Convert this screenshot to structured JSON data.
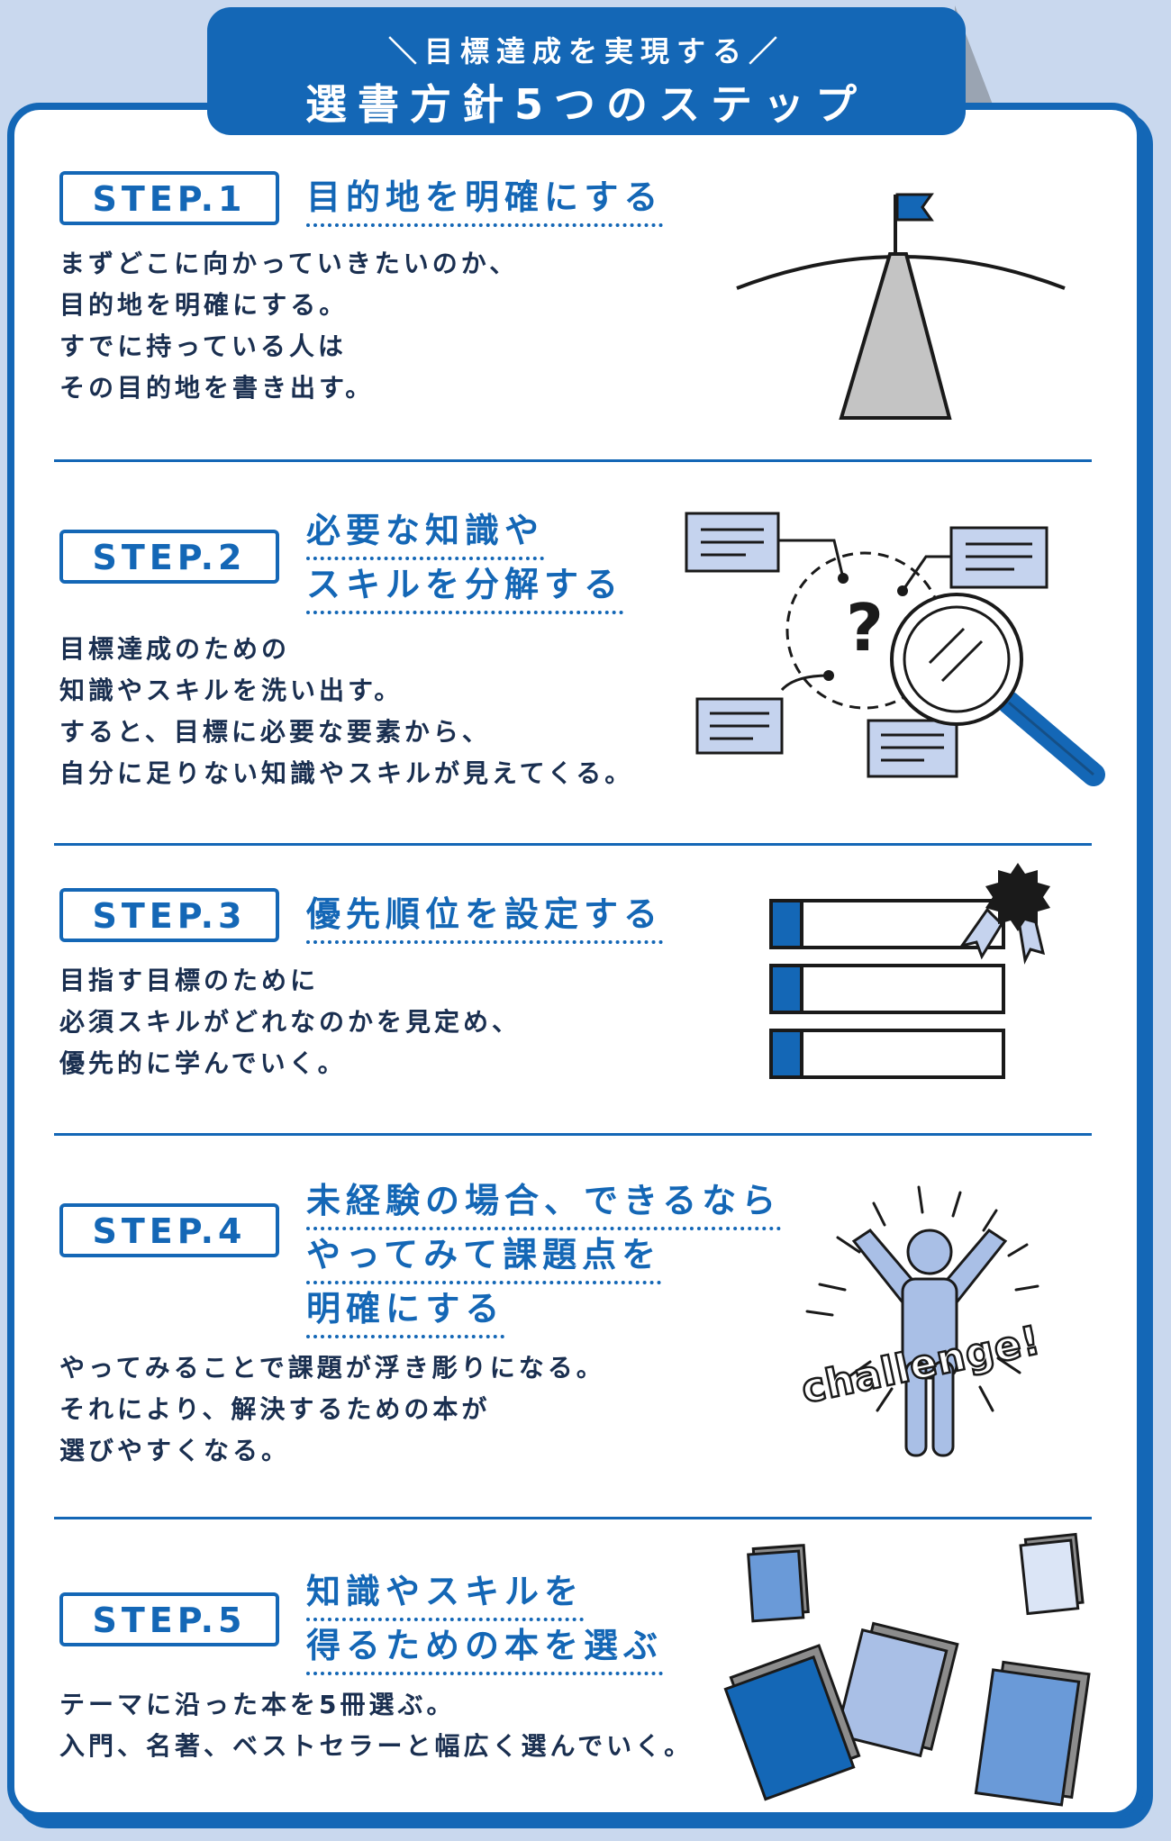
{
  "header": {
    "subtitle": "＼目標達成を実現する／",
    "title": "選書方針5つのステップ"
  },
  "steps": [
    {
      "label": "STEP.1",
      "heading": [
        "目的地を明確にする"
      ],
      "body": [
        "まずどこに向かっていきたいのか、",
        "目的地を明確にする。",
        "すでに持っている人は",
        "その目的地を書き出す。"
      ]
    },
    {
      "label": "STEP.2",
      "heading": [
        "必要な知識や",
        "スキルを分解する"
      ],
      "body": [
        "目標達成のための",
        "知識やスキルを洗い出す。",
        "すると、目標に必要な要素から、",
        "自分に足りない知識やスキルが見えてくる。"
      ]
    },
    {
      "label": "STEP.3",
      "heading": [
        "優先順位を設定する"
      ],
      "body": [
        "目指す目標のために",
        "必須スキルがどれなのかを見定め、",
        "優先的に学んでいく。"
      ]
    },
    {
      "label": "STEP.4",
      "heading": [
        "未経験の場合、できるなら",
        "やってみて課題点を",
        "明確にする"
      ],
      "body": [
        "やってみることで課題が浮き彫りになる。",
        "それにより、解決するための本が",
        "選びやすくなる。"
      ]
    },
    {
      "label": "STEP.5",
      "heading": [
        "知識やスキルを",
        "得るための本を選ぶ"
      ],
      "body": [
        "テーマに沿った本を5冊選ぶ。",
        "入門、名著、ベストセラーと幅広く選んでいく。"
      ]
    }
  ],
  "illustrations": {
    "question_mark": "?",
    "challenge_text": "challenge!"
  },
  "colors": {
    "primary": "#1467b6",
    "light_blue": "#c5d3ee",
    "mid_blue": "#6a9ad8",
    "background": "#c9d8ee",
    "gray": "#c4c4c4"
  }
}
